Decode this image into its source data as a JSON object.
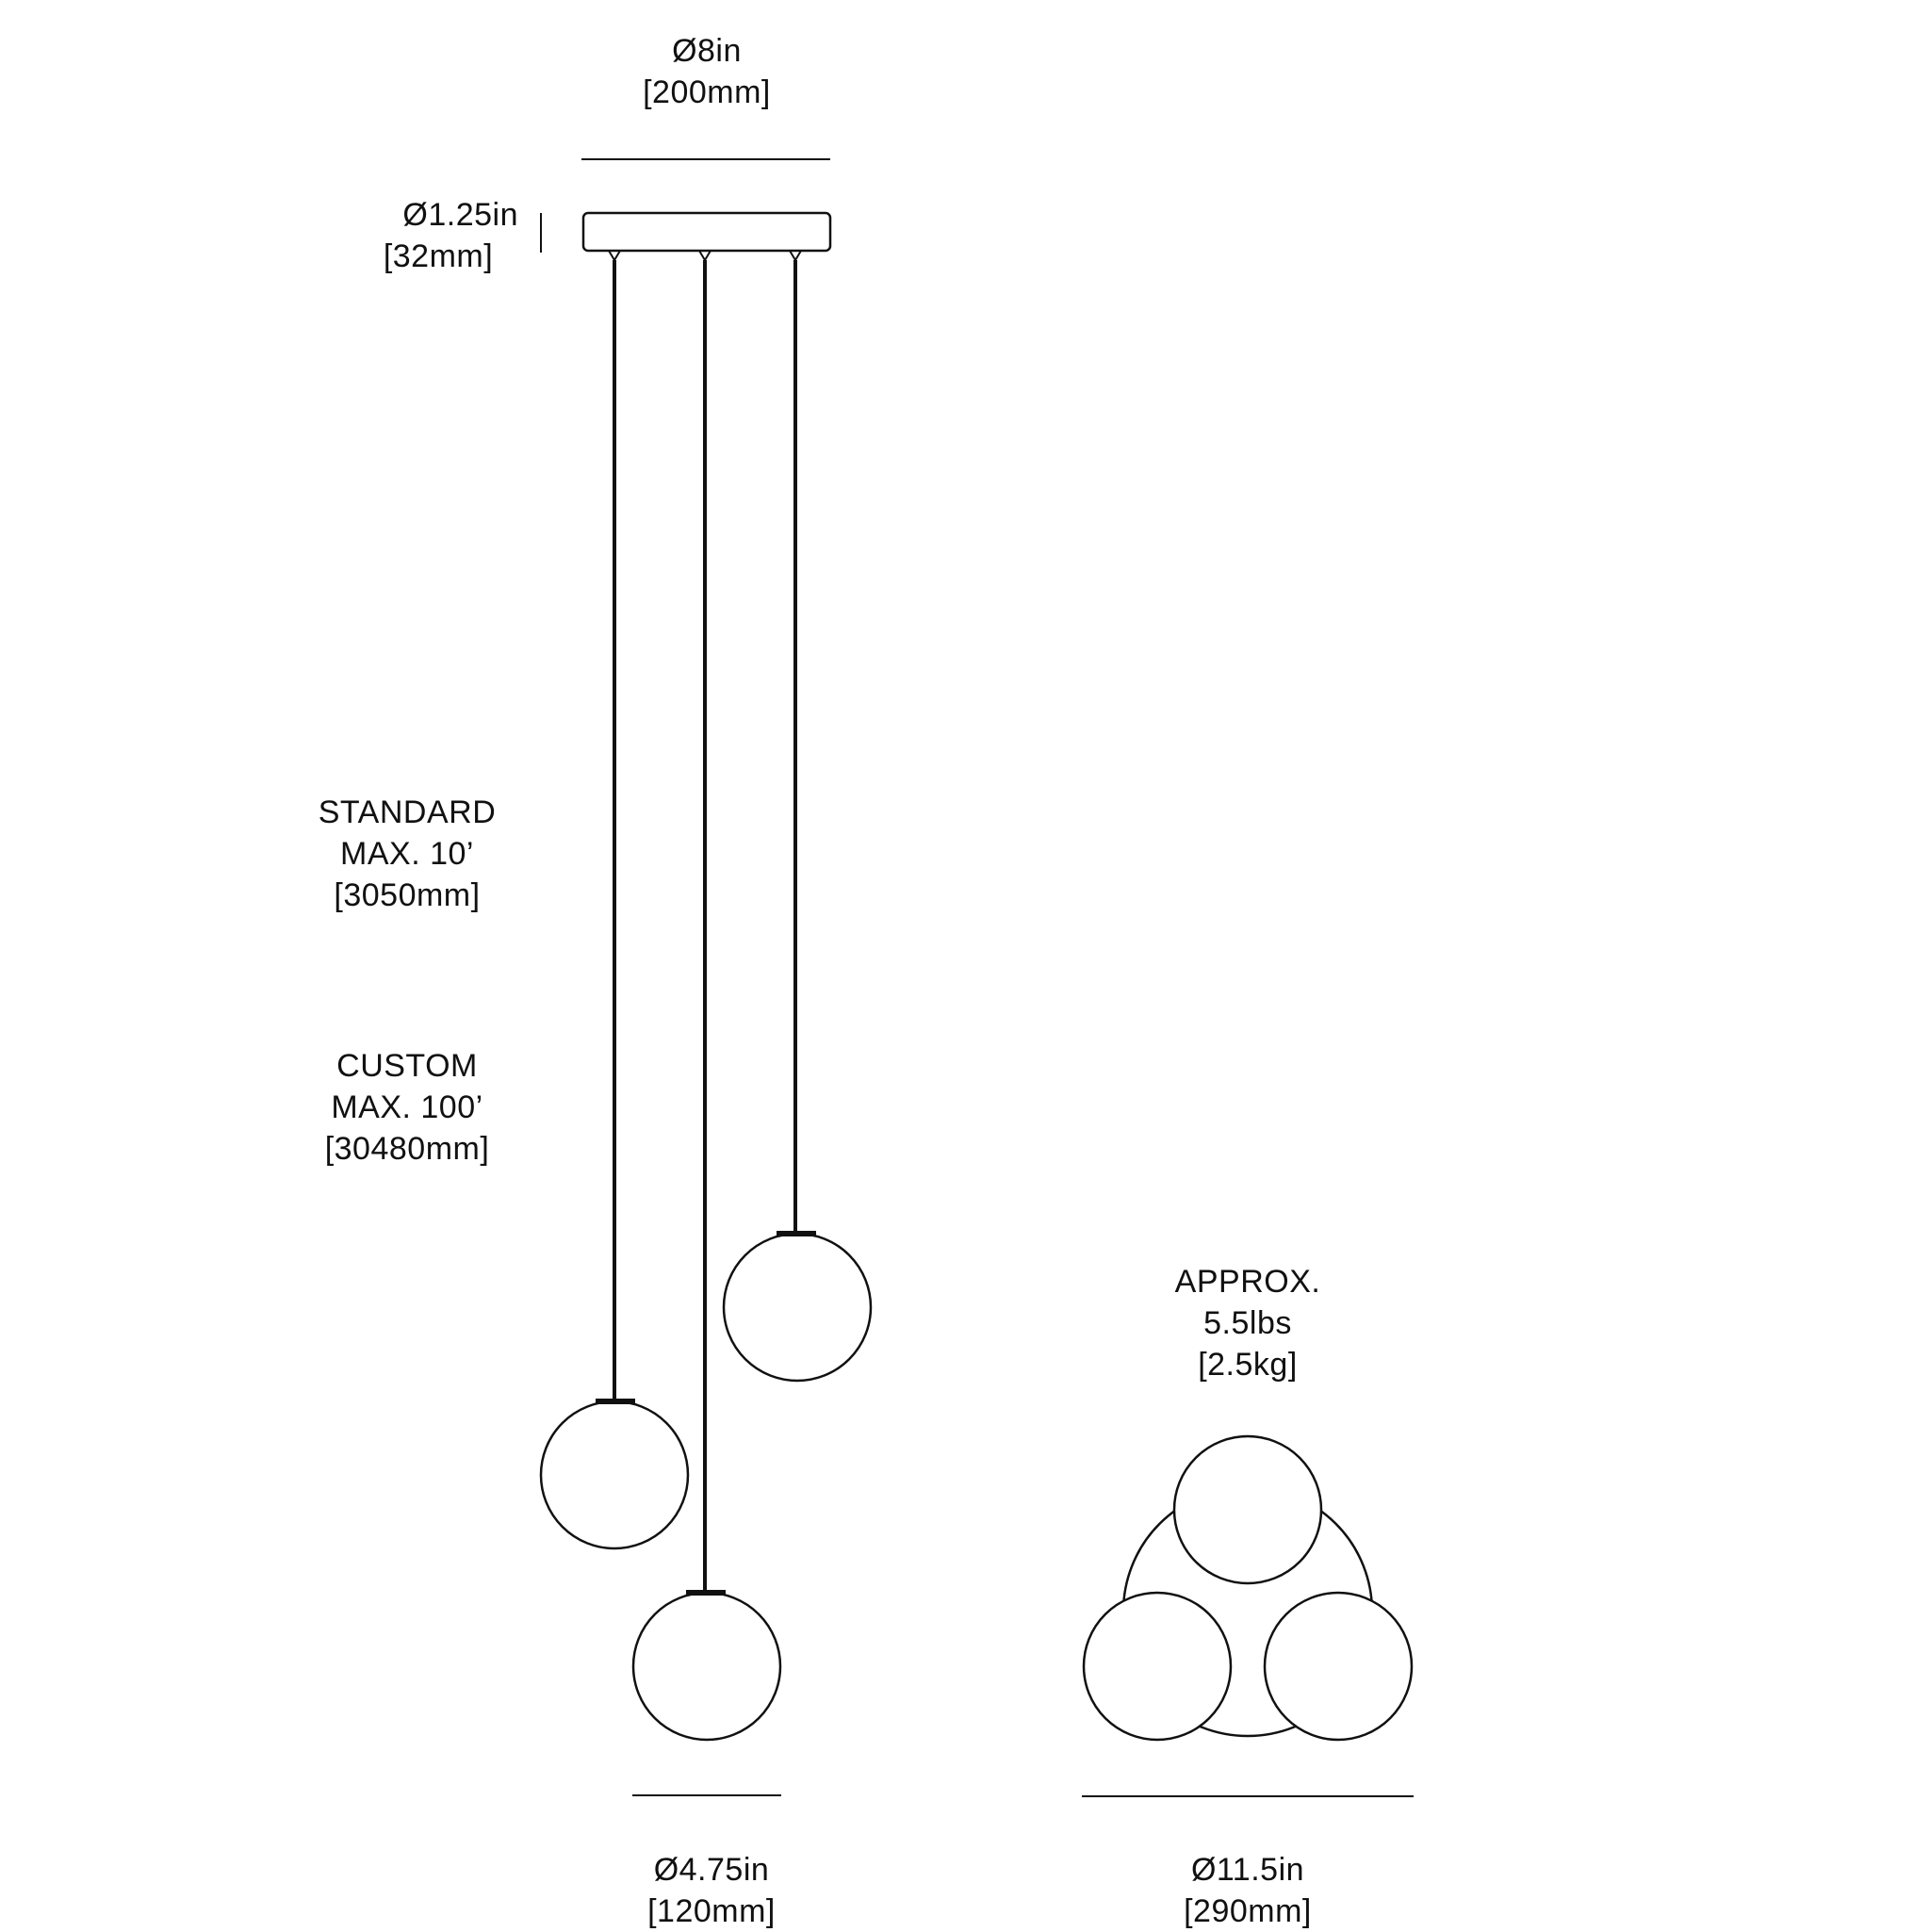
{
  "canopy_diameter": {
    "imperial": "Ø8in",
    "metric": "[200mm]"
  },
  "canopy_height": {
    "imperial": "Ø1.25in",
    "metric": "[32mm]"
  },
  "standard_length": {
    "label": "STANDARD",
    "value": "MAX. 10’",
    "metric": "[3050mm]"
  },
  "custom_length": {
    "label": "CUSTOM",
    "value": "MAX. 100’",
    "metric": "[30480mm]"
  },
  "weight": {
    "label": "APPROX.",
    "value": "5.5lbs",
    "metric": "[2.5kg]"
  },
  "globe_diameter": {
    "imperial": "Ø4.75in",
    "metric": "[120mm]"
  },
  "overall_diameter": {
    "imperial": "Ø11.5in",
    "metric": "[290mm]"
  },
  "colors": {
    "line": "#111111",
    "background": "#ffffff"
  }
}
